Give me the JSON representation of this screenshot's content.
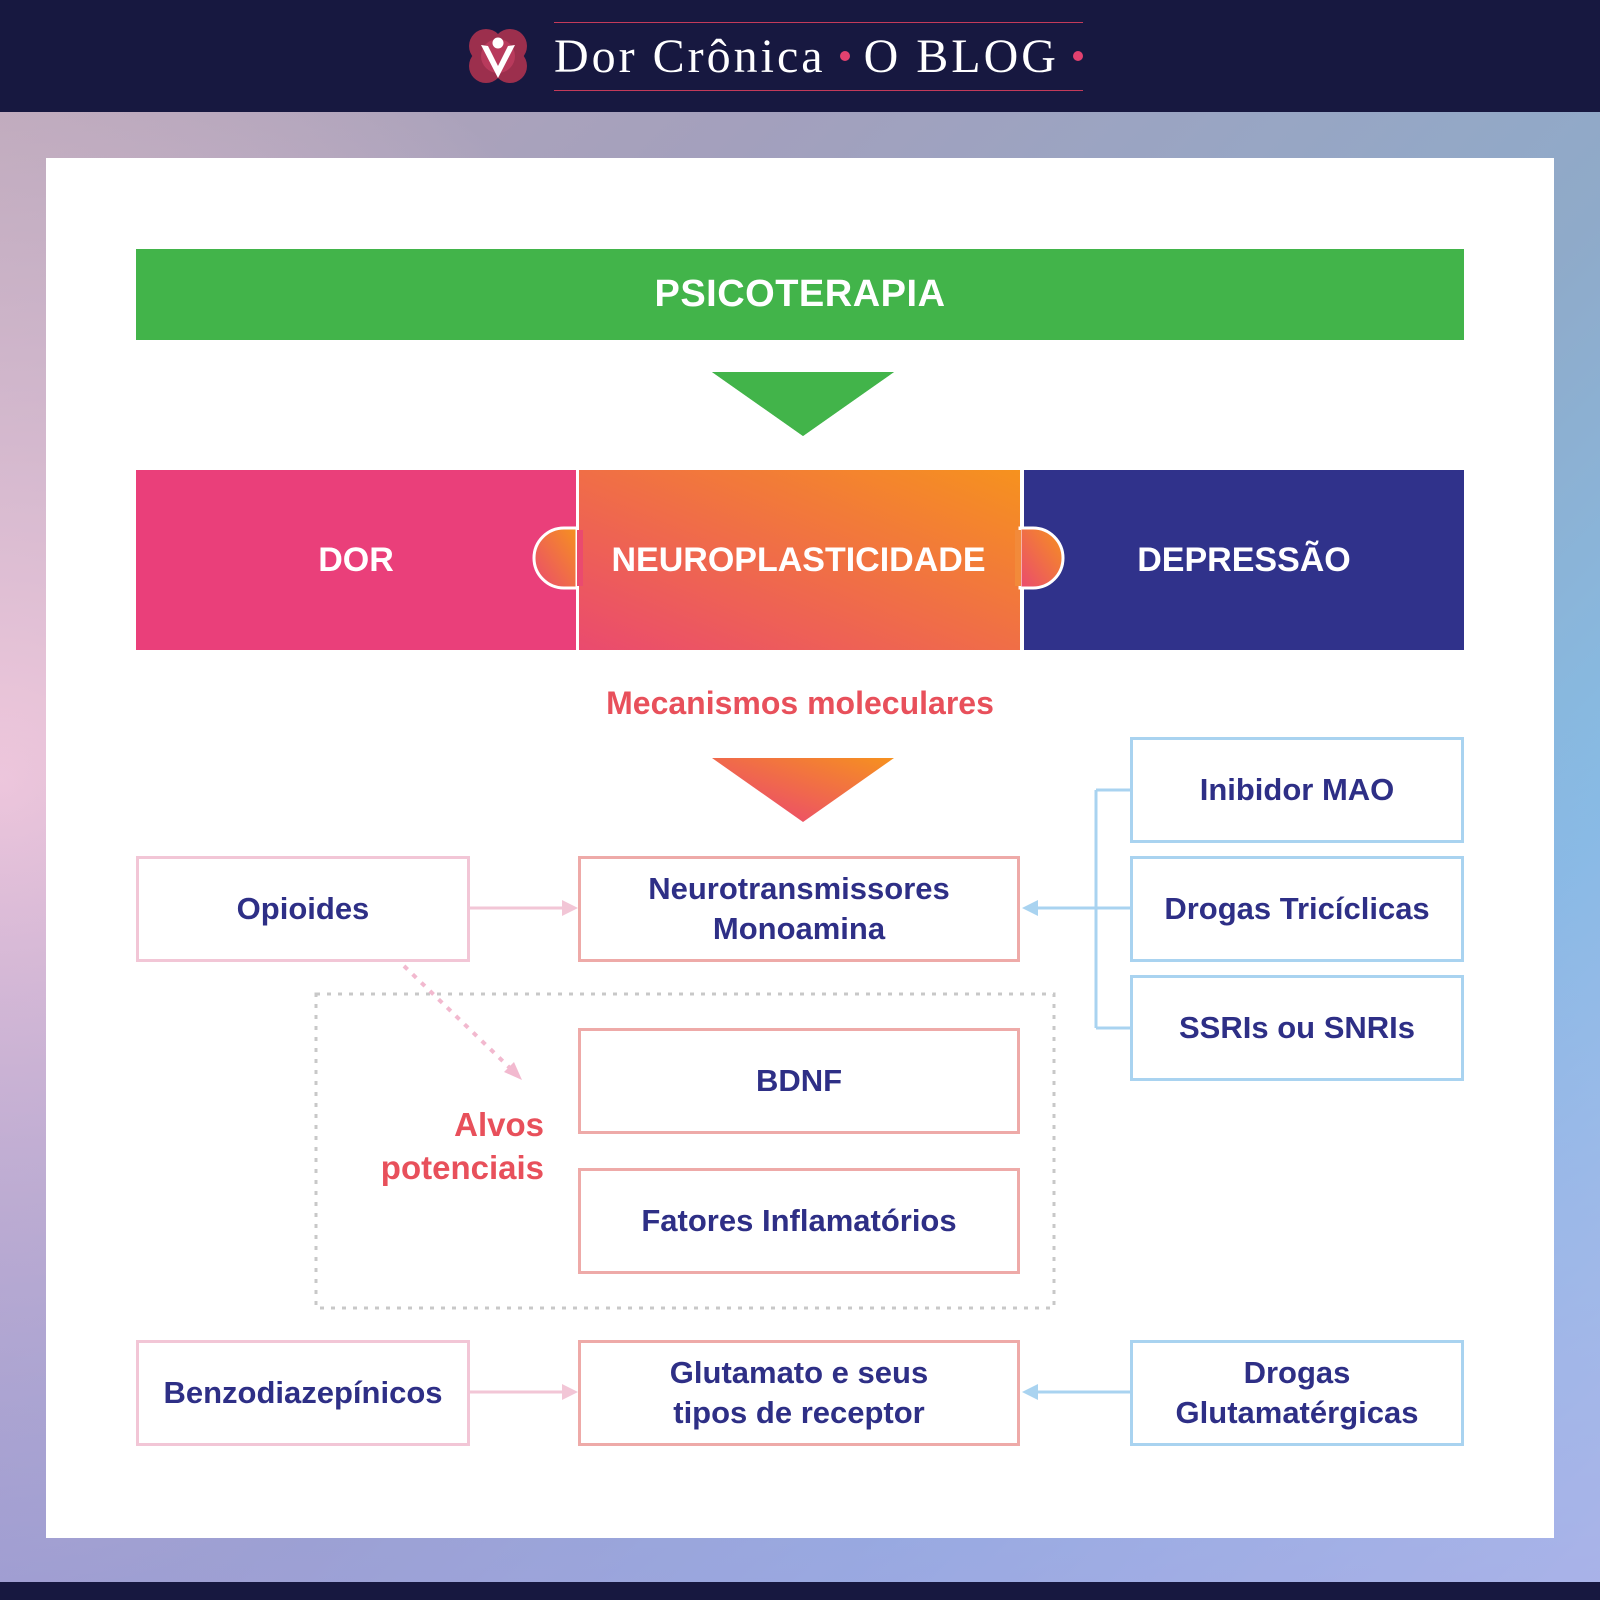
{
  "header": {
    "brand_name": "Dor Crônica",
    "brand_suffix": "O BLOG",
    "colors": {
      "header_bg": "#171840",
      "accent": "#e2416f"
    },
    "logo_icon": "heart-person-icon"
  },
  "diagram": {
    "banner": {
      "label": "PSICOTERAPIA",
      "color": "#42b44a"
    },
    "segments": [
      {
        "label": "DOR",
        "color": "#ea3f7a"
      },
      {
        "label": "NEUROPLASTICIDADE",
        "color_from": "#ea4a6f",
        "color_to": "#f6921e"
      },
      {
        "label": "DEPRESSÃO",
        "color": "#30328b"
      }
    ],
    "mechanisms_label": "Mecanismos moleculares",
    "left_boxes": {
      "opioides": "Opioides",
      "benzodiazepinicos": "Benzodiazepínicos"
    },
    "center_boxes": {
      "neurotransmissores": "Neurotransmissores",
      "monoamina": "Monoamina",
      "bdnf": "BDNF",
      "fatores": "Fatores Inflamatórios",
      "glutamato_line1": "Glutamato e seus",
      "glutamato_line2": "tipos de receptor"
    },
    "right_boxes": {
      "inibidor_mao": "Inibidor MAO",
      "triciclicas": "Drogas Tricíclicas",
      "ssri": "SSRIs ou SNRIs",
      "glutamatergicas_line1": "Drogas",
      "glutamatergicas_line2": "Glutamatérgicas"
    },
    "potential_targets": {
      "line1": "Alvos",
      "line2": "potenciais"
    },
    "colors": {
      "box_text": "#2e2f86",
      "left_border": "#f2c6d6",
      "center_border": "#eeaaa8",
      "right_border": "#a9d3f0",
      "highlight_text": "#e8505b"
    }
  }
}
